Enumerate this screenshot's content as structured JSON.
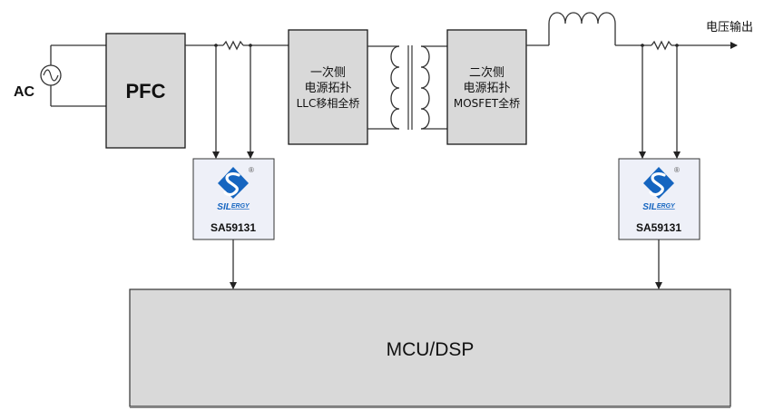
{
  "diagram": {
    "source": {
      "label": "AC",
      "icon": "ac-source-icon"
    },
    "blocks": {
      "pfc": {
        "label": "PFC"
      },
      "primary": {
        "lines": [
          "一次侧",
          "电源拓扑",
          "LLC移相全桥"
        ]
      },
      "secondary": {
        "lines": [
          "二次侧",
          "电源拓扑",
          "MOSFET全桥"
        ]
      },
      "controller": {
        "label": "MCU/DSP"
      }
    },
    "output": {
      "label": "电压输出"
    },
    "sensors": [
      {
        "brand": "SILERGY",
        "brand_prefix": "SIL",
        "brand_suffix": "ERGY",
        "registered": "®",
        "part": "SA59131"
      },
      {
        "brand": "SILERGY",
        "brand_prefix": "SIL",
        "brand_suffix": "ERGY",
        "registered": "®",
        "part": "SA59131"
      }
    ],
    "colors": {
      "block_fill": "#d9d9d9",
      "chip_fill": "#eef0f8",
      "logo_blue": "#1565c0"
    }
  }
}
